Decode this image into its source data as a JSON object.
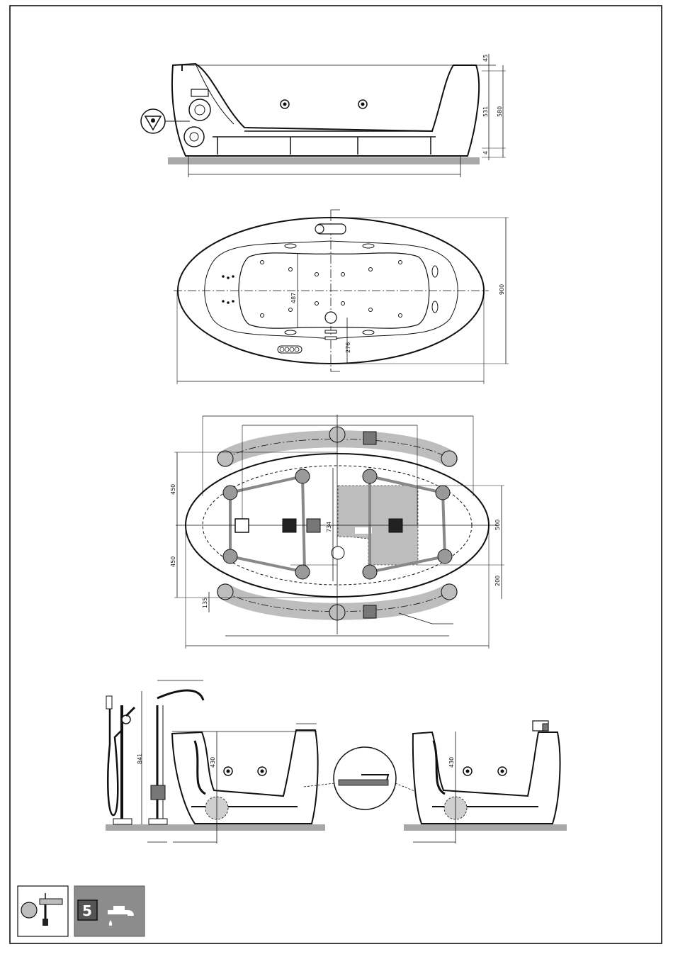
{
  "side_view": {
    "dims": {
      "rim": "45",
      "depth": "531",
      "height": "580",
      "gap": "4"
    }
  },
  "top_view": {
    "dims": {
      "width": "900",
      "basin": "487",
      "drain_offset": "276"
    }
  },
  "install_view": {
    "dims": {
      "left_upper": "450",
      "left_lower": "450",
      "center": "734",
      "right_upper": "500",
      "right_lower": "200",
      "rail_offset": "135"
    }
  },
  "tap_views": {
    "dims": {
      "mixer_height": "841",
      "left_depth": "430",
      "right_depth": "430"
    }
  },
  "legend": {
    "number": "5",
    "items": [
      "standpipe-connection-icon",
      "water-tap-icon"
    ],
    "colors": {
      "panel": "#8c8c8c",
      "badge": "#555555"
    }
  },
  "colors": {
    "line": "#111111",
    "fill_gray": "#bdbdbd",
    "floor": "#a8a8a8",
    "dark": "#222222",
    "mid": "#777777"
  }
}
